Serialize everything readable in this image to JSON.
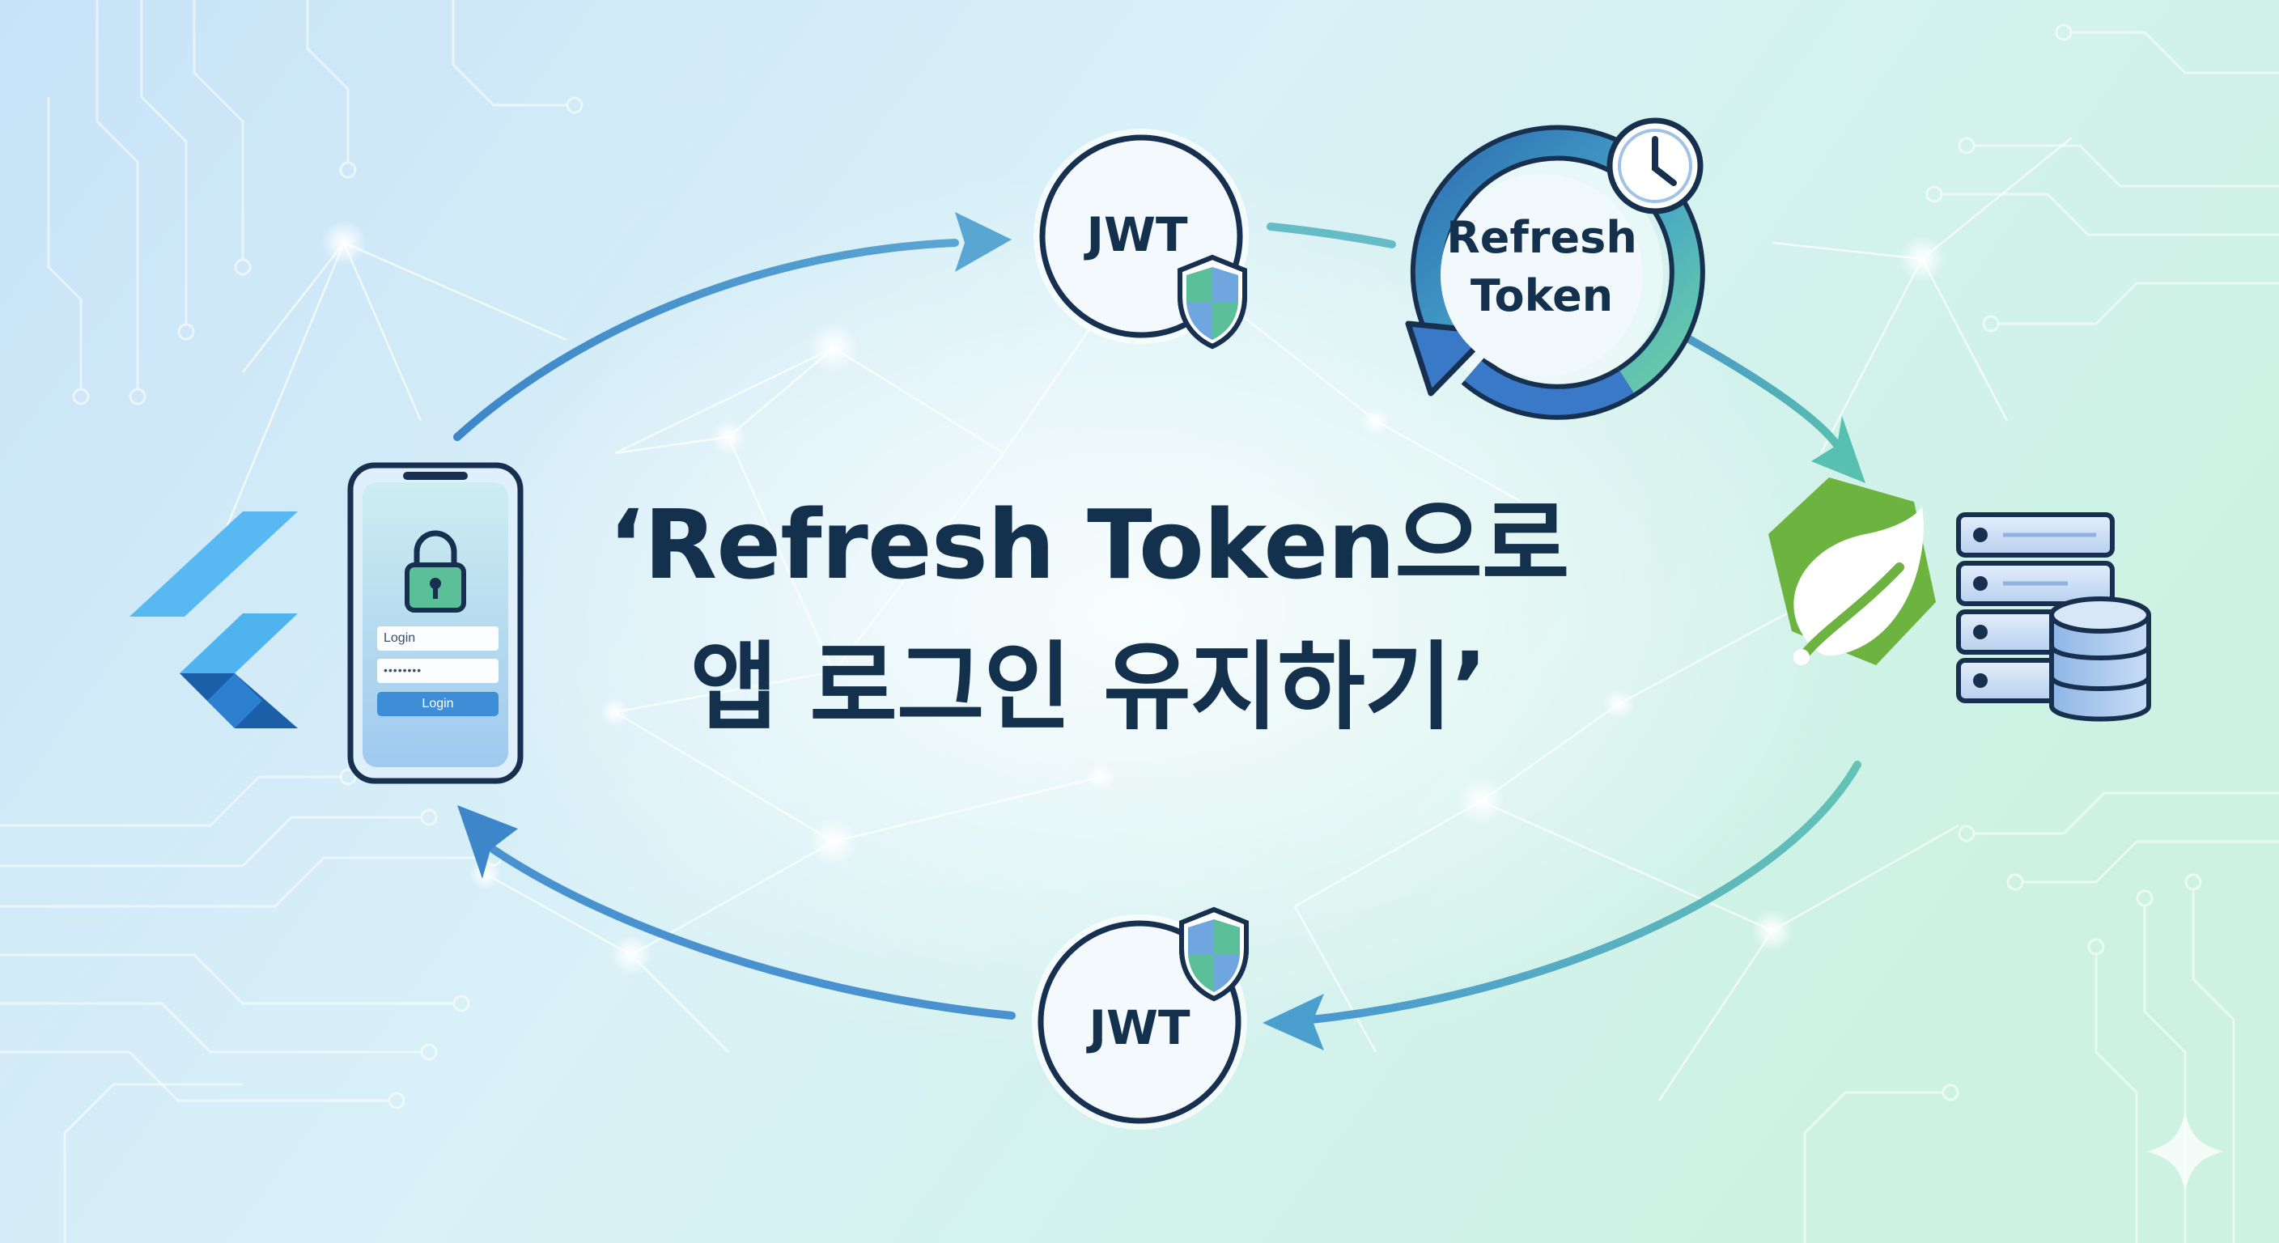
{
  "title": {
    "line1": "‘Refresh Token으로",
    "line2": "앱 로그인 유지하기’"
  },
  "tokens": {
    "jwt_top": "JWT",
    "jwt_bottom": "JWT",
    "refresh_line1": "Refresh",
    "refresh_line2": "Token"
  },
  "phone": {
    "login_field": "Login",
    "password_field": "••••••••",
    "login_button": "Login"
  },
  "colors": {
    "flutter_light": "#4fb3f0",
    "flutter_dark": "#1a5fa8",
    "spring_green": "#6db33f",
    "arrow_blue": "#3d86c9",
    "arrow_teal": "#58c0b0",
    "title_text": "#13304d"
  },
  "icons": [
    "flutter-logo-icon",
    "phone-icon",
    "lock-icon",
    "shield-icon",
    "clock-icon",
    "refresh-cycle-icon",
    "spring-logo-icon",
    "server-rack-icon",
    "database-icon",
    "sparkle-icon"
  ]
}
